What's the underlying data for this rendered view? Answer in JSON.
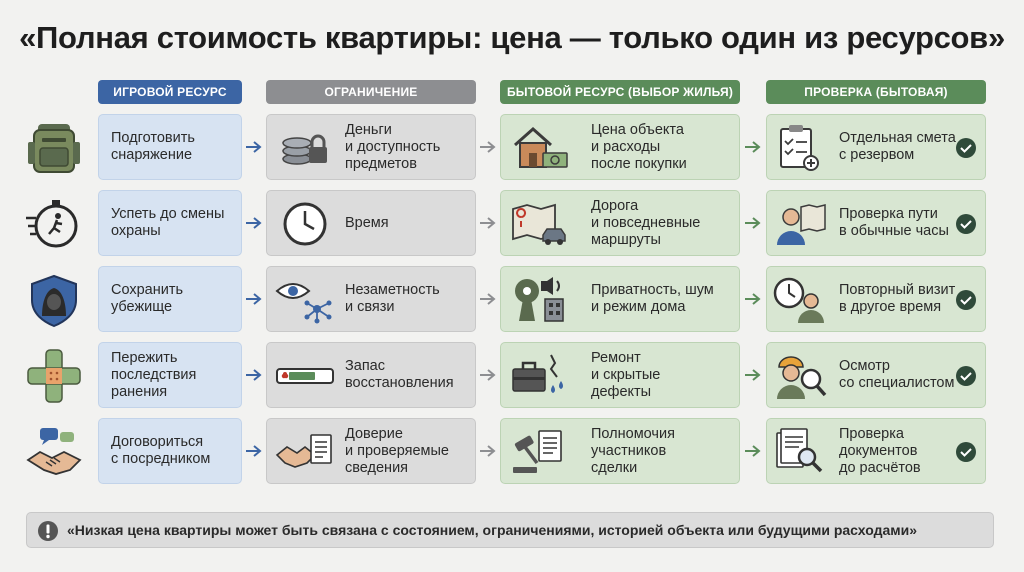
{
  "title": "«Полная стоимость квартиры: цена — только один из ресурсов»",
  "headers": {
    "game": "ИГРОВОЙ РЕСУРС",
    "limit": "ОГРАНИЧЕНИЕ",
    "home": "БЫТОВОЙ РЕСУРС (ВЫБОР ЖИЛЬЯ)",
    "check": "ПРОВЕРКА (БЫТОВАЯ)"
  },
  "colors": {
    "blue": "#3c65a4",
    "gray": "#8d8e91",
    "green": "#5b8c5a",
    "dark": "#2f4a3a"
  },
  "rows": [
    {
      "game": "Подготовить\nснаряжение",
      "limit": "Деньги\nи доступность\nпредметов",
      "home": "Цена объекта\nи расходы\nпосле покупки",
      "check": "Отдельная смета\nс резервом",
      "icons": {
        "game": "backpack-icon",
        "limit": "coins-lock-icon",
        "home": "house-money-icon",
        "check": "checklist-icon"
      }
    },
    {
      "game": "Успеть до смены\nохраны",
      "limit": "Время",
      "home": "Дорога\nи повседневные\nмаршруты",
      "check": "Проверка пути\nв обычные часы",
      "icons": {
        "game": "stopwatch-runner-icon",
        "limit": "clock-icon",
        "home": "map-car-icon",
        "check": "person-map-icon"
      }
    },
    {
      "game": "Сохранить\nубежище",
      "limit": "Незаметность\nи связи",
      "home": "Приватность, шум\nи режим дома",
      "check": "Повторный визит\nв другое время",
      "icons": {
        "game": "shield-hood-icon",
        "limit": "eye-network-icon",
        "home": "keyhole-speaker-icon",
        "check": "clock-person-icon"
      }
    },
    {
      "game": "Пережить\nпоследствия\nранения",
      "limit": "Запас\nвосстановления",
      "home": "Ремонт\nи скрытые\nдефекты",
      "check": "Осмотр\nсо специалистом",
      "icons": {
        "game": "bandage-icon",
        "limit": "health-bar-icon",
        "home": "toolbox-crack-icon",
        "check": "inspector-icon"
      }
    },
    {
      "game": "Договориться\nс посредником",
      "limit": "Доверие\nи проверяемые\nсведения",
      "home": "Полномочия\nучастников\nсделки",
      "check": "Проверка\nдокументов\nдо расчётов",
      "icons": {
        "game": "handshake-chat-icon",
        "limit": "handshake-doc-icon",
        "home": "gavel-doc-icon",
        "check": "doc-magnifier-icon"
      }
    }
  ],
  "note": "«Низкая цена квартиры может быть связана с состоянием, ограничениями, историей объекта или будущими расходами»"
}
